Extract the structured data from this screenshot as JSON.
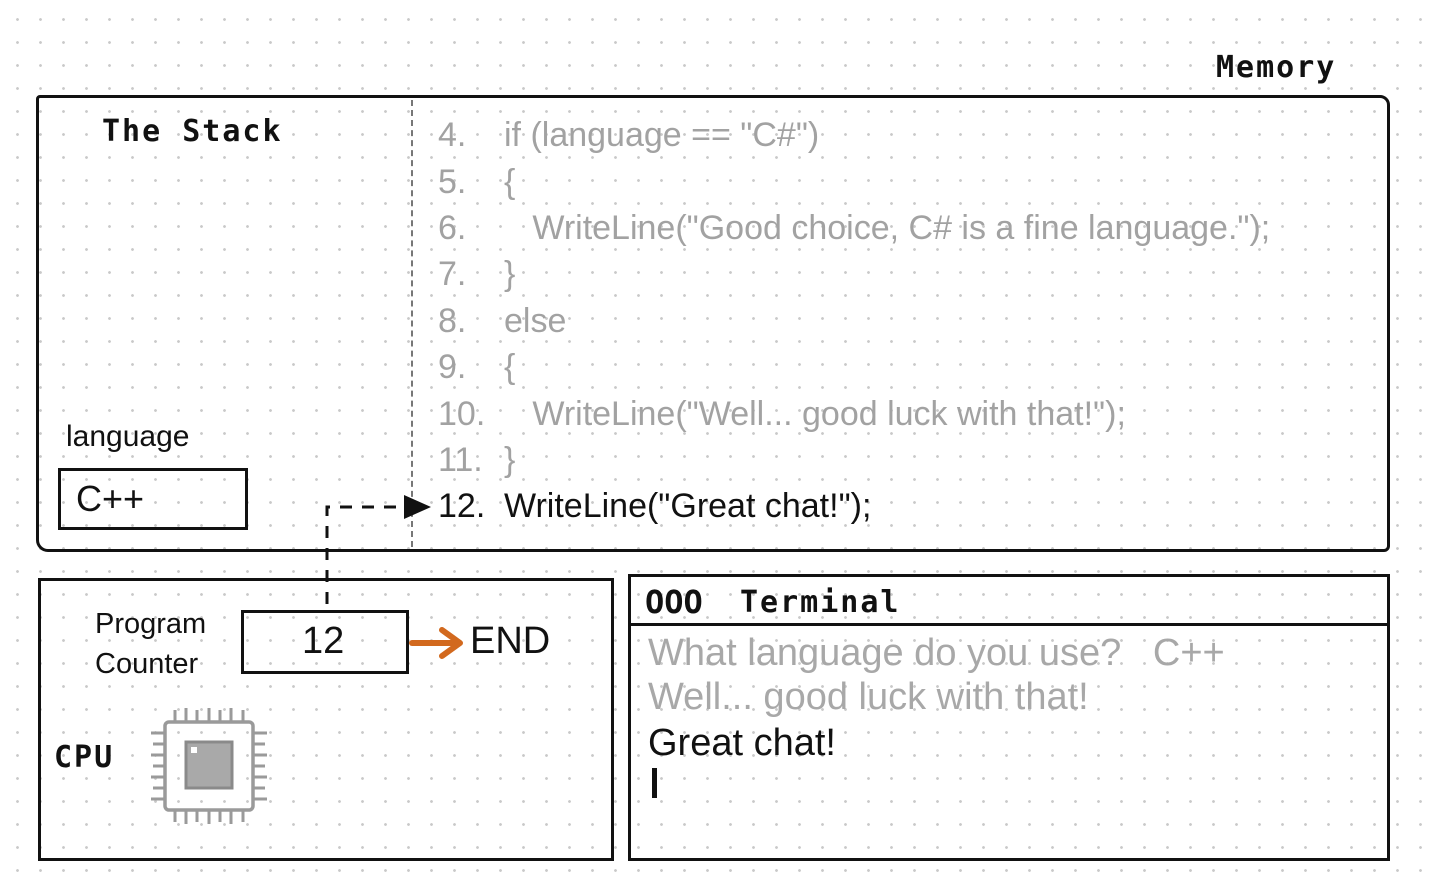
{
  "memory": {
    "label": "Memory",
    "stack_title": "The Stack",
    "variable": {
      "name": "language",
      "value": "C++"
    }
  },
  "code": {
    "lines": [
      {
        "num": "4.",
        "text": "if (language == \"C#\")"
      },
      {
        "num": "5.",
        "text": "{"
      },
      {
        "num": "6.",
        "text": "   WriteLine(\"Good choice, C# is a fine language.\");"
      },
      {
        "num": "7.",
        "text": "}"
      },
      {
        "num": "8.",
        "text": "else"
      },
      {
        "num": "9.",
        "text": "{"
      },
      {
        "num": "10.",
        "text": "   WriteLine(\"Well... good luck with that!\");"
      },
      {
        "num": "11.",
        "text": "}"
      },
      {
        "num": "12.",
        "text": "WriteLine(\"Great chat!\");"
      }
    ],
    "active_line": "12."
  },
  "cpu": {
    "label": "CPU",
    "program_counter_label": "Program\nCounter",
    "program_counter_value": "12",
    "next_label": "END",
    "arrow_color": "#d2691e"
  },
  "terminal": {
    "dots": "OOO",
    "title": "Terminal",
    "lines": [
      "What language do you use?   C++",
      "Well... good luck with that!",
      "Great chat!"
    ]
  }
}
